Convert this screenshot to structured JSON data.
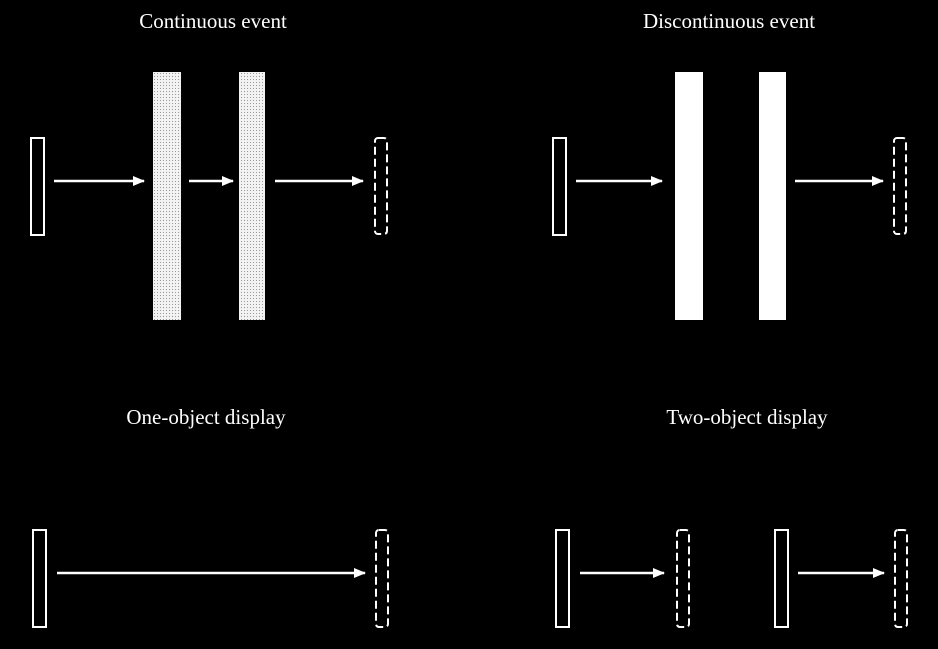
{
  "colors": {
    "background": "#000000",
    "stroke": "#ffffff",
    "screen_fill": "#e8e8e8",
    "solid_fill": "#ffffff"
  },
  "panels": {
    "continuous": {
      "title": "Continuous event"
    },
    "discontinuous": {
      "title": "Discontinuous event"
    },
    "one_object": {
      "title": "One-object display"
    },
    "two_object": {
      "title": "Two-object display"
    }
  }
}
